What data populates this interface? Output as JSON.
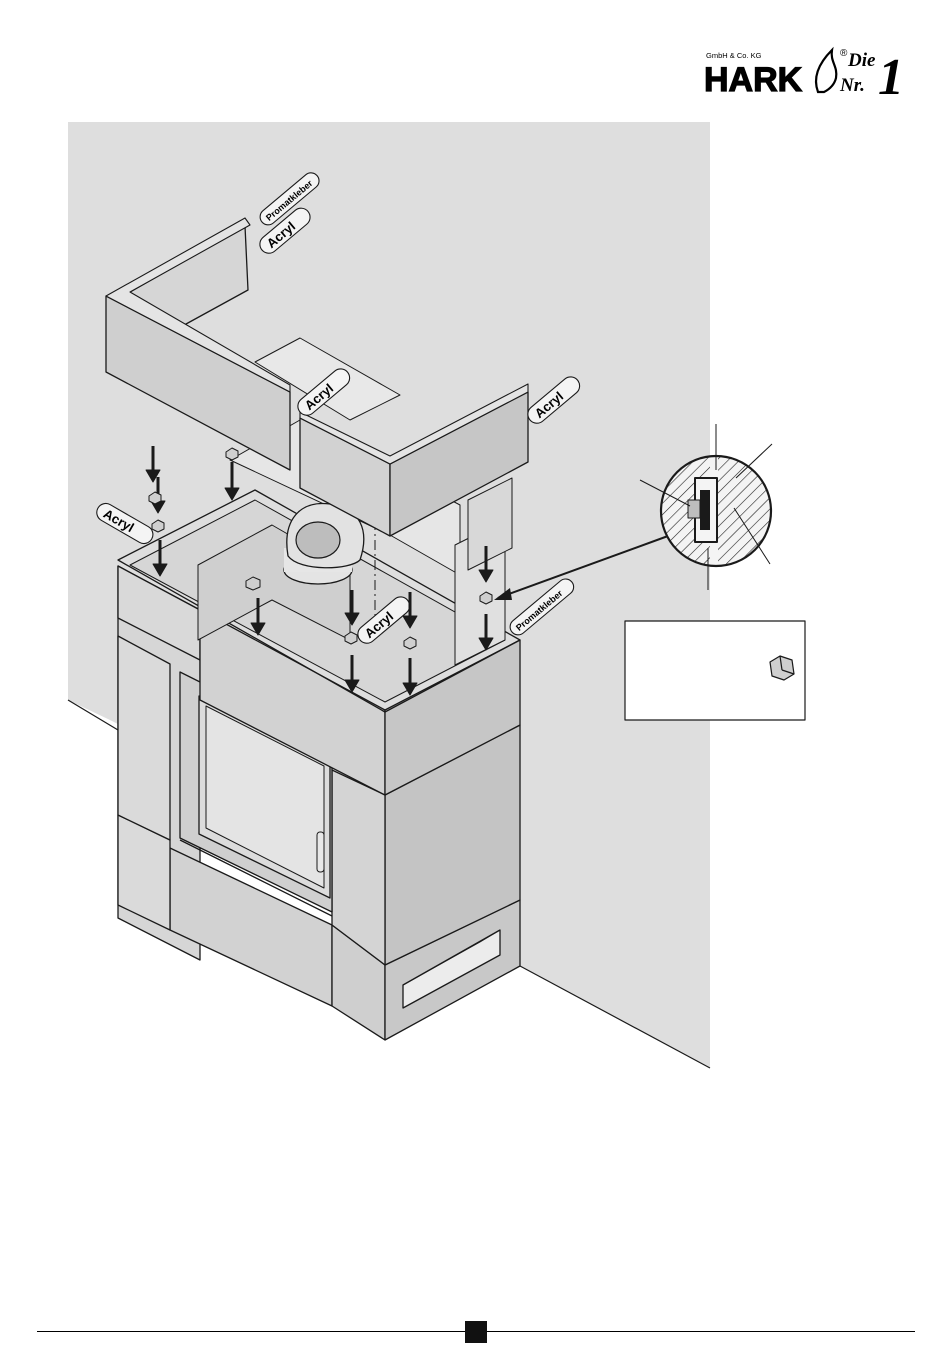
{
  "brand": {
    "company_line": "GmbH & Co. KG",
    "name": "HARK",
    "registered_mark": "®",
    "slogan_die": "Die",
    "slogan_nr": "Nr.",
    "slogan_one": "1"
  },
  "tube_labels": {
    "acryl": "Acryl",
    "promatkleber": "Promatkleber"
  },
  "colors": {
    "wall": "#dedede",
    "panel": "#d2d2d2",
    "panel_dark": "#bdbdbd",
    "panel_light": "#e6e6e6",
    "line": "#1a1a1a",
    "glass": "#d8d8d8"
  },
  "icons": {
    "logo": "hark-flame-logo",
    "arrows": "down-arrow-icon",
    "clips": "hex-clip-icon"
  }
}
